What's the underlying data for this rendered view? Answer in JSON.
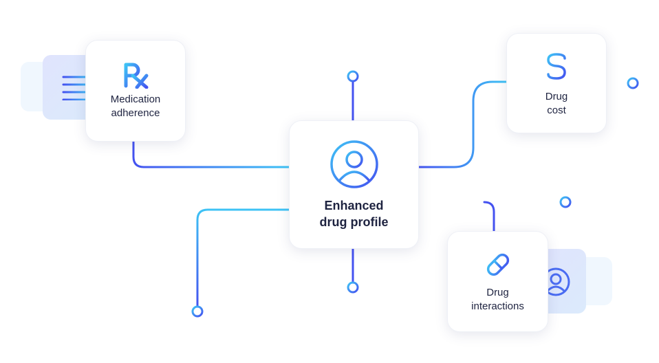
{
  "center": {
    "label_line1": "Enhanced",
    "label_line2": "drug profile",
    "icon": "user-circle-icon"
  },
  "nodes": [
    {
      "label_line1": "Medication",
      "label_line2": "adherence",
      "icon": "rx-icon"
    },
    {
      "label_line1": "Drug",
      "label_line2": "cost",
      "icon": "dollar-icon"
    },
    {
      "label_line1": "Drug",
      "label_line2": "interactions",
      "icon": "pill-icon"
    }
  ],
  "colors": {
    "line_start": "#3ec3f5",
    "line_end": "#4452f0",
    "text": "#1e2340"
  }
}
